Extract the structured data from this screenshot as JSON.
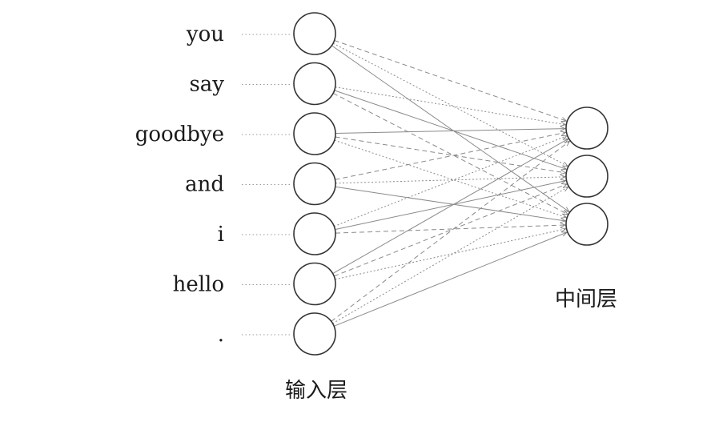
{
  "input_words": [
    "you",
    "say",
    "goodbye",
    "and",
    "i",
    "hello",
    "."
  ],
  "input_layer_label": "输入层",
  "hidden_layer_label": "中间层",
  "hidden_node_count": 3,
  "colors": {
    "node_stroke": "#333333",
    "edge": "#8a8a8a",
    "text": "#1a1a1a"
  }
}
